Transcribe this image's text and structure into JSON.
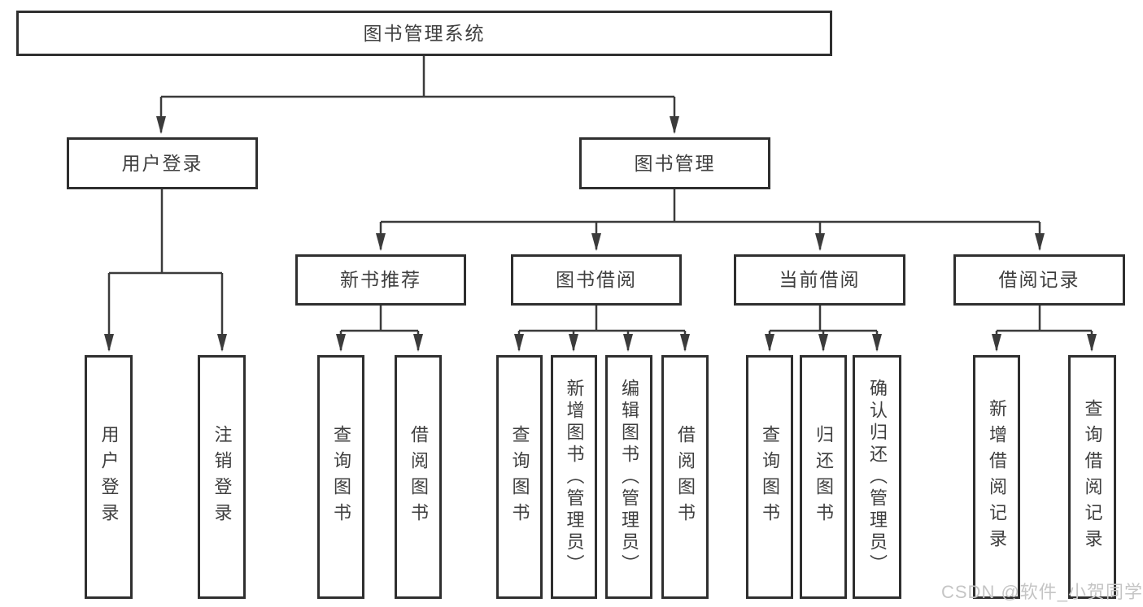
{
  "tree": {
    "root": {
      "label": "图书管理系统"
    },
    "branches": [
      {
        "label": "用户登录",
        "children": [
          {
            "label": "用户登录"
          },
          {
            "label": "注销登录"
          }
        ]
      },
      {
        "label": "图书管理",
        "children": [
          {
            "label": "新书推荐",
            "children": [
              {
                "label": "查询图书"
              },
              {
                "label": "借阅图书"
              }
            ]
          },
          {
            "label": "图书借阅",
            "children": [
              {
                "label": "查询图书"
              },
              {
                "label": "新增图书（管理员）"
              },
              {
                "label": "编辑图书（管理员）"
              },
              {
                "label": "借阅图书"
              }
            ]
          },
          {
            "label": "当前借阅",
            "children": [
              {
                "label": "查询图书"
              },
              {
                "label": "归还图书"
              },
              {
                "label": "确认归还（管理员）"
              }
            ]
          },
          {
            "label": "借阅记录",
            "children": [
              {
                "label": "新增借阅记录"
              },
              {
                "label": "查询借阅记录"
              }
            ]
          }
        ]
      }
    ]
  },
  "watermark": {
    "text": "CSDN @软件_小贺同学"
  },
  "palette": {
    "line": "#3b3b3b",
    "border": "#2f2f2f",
    "text": "#3f3f3f",
    "watermark": "#c5c5c5",
    "background": "#ffffff"
  }
}
